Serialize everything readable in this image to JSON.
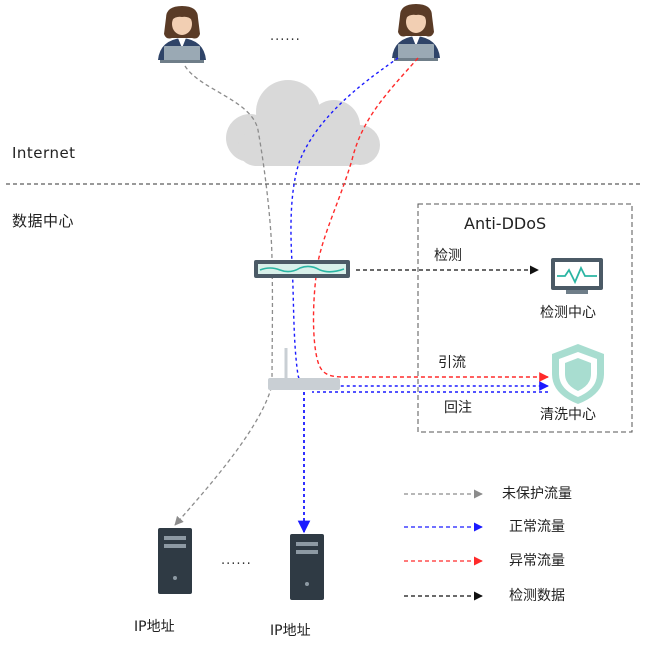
{
  "zones": {
    "internet": "Internet",
    "datacenter": "数据中心"
  },
  "anti_ddos": {
    "title": "Anti-DDoS",
    "detect_center": "检测中心",
    "clean_center": "清洗中心"
  },
  "flows": {
    "detect": "检测",
    "divert": "引流",
    "reinject": "回注"
  },
  "users": {
    "ellipsis": "......"
  },
  "servers": {
    "left_label": "IP地址",
    "right_label": "IP地址",
    "ellipsis": "......"
  },
  "legend": {
    "items": [
      {
        "label": "未保护流量",
        "color": "#8c8c8c"
      },
      {
        "label": "正常流量",
        "color": "#1a1aff"
      },
      {
        "label": "异常流量",
        "color": "#ff2a2a"
      },
      {
        "label": "检测数据",
        "color": "#111111"
      }
    ]
  },
  "colors": {
    "unprotected": "#8c8c8c",
    "normal": "#1a1aff",
    "abnormal": "#ff2a2a",
    "detect": "#111111",
    "cloud": "#d9d9d9",
    "shield": "#a8ddd0",
    "monitor_wave": "#2bb5a3"
  },
  "icons": [
    "user-icon",
    "cloud-icon",
    "monitor-icon",
    "shield-icon",
    "router-icon",
    "server-icon"
  ]
}
